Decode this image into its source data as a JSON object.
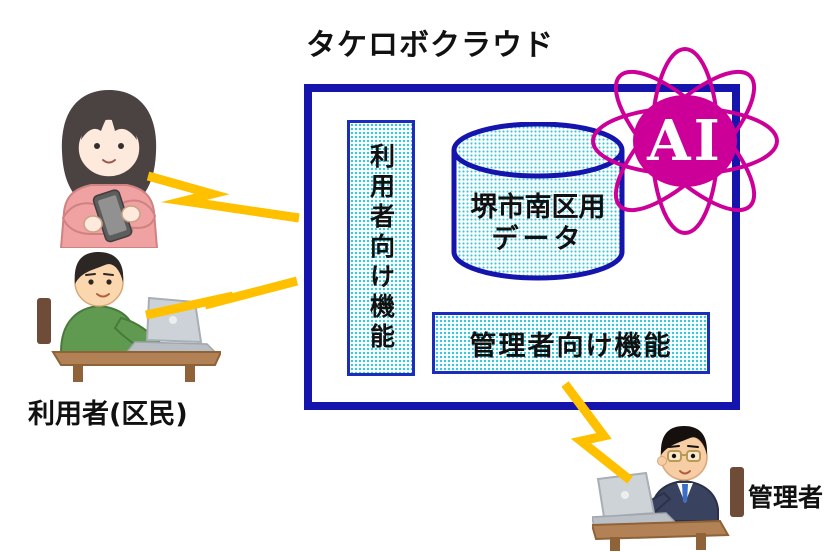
{
  "title": "タケロボクラウド",
  "cloud": {
    "user_functions_label": "利用者向け機能",
    "admin_functions_label": "管理者向け機能",
    "database_line1": "堺市南区用",
    "database_line2": "データ",
    "ai_label": "AI"
  },
  "actors": {
    "users_label": "利用者(区民)",
    "admin_label": "管理者"
  },
  "colors": {
    "outer_box_border_blue": "#1515ad",
    "inner_box_border_blue": "#1c2dbb",
    "pattern_dot_cyan": "#3ec6da",
    "ai_magenta": "#cc0099",
    "lightning_yellow": "#ffc000"
  }
}
